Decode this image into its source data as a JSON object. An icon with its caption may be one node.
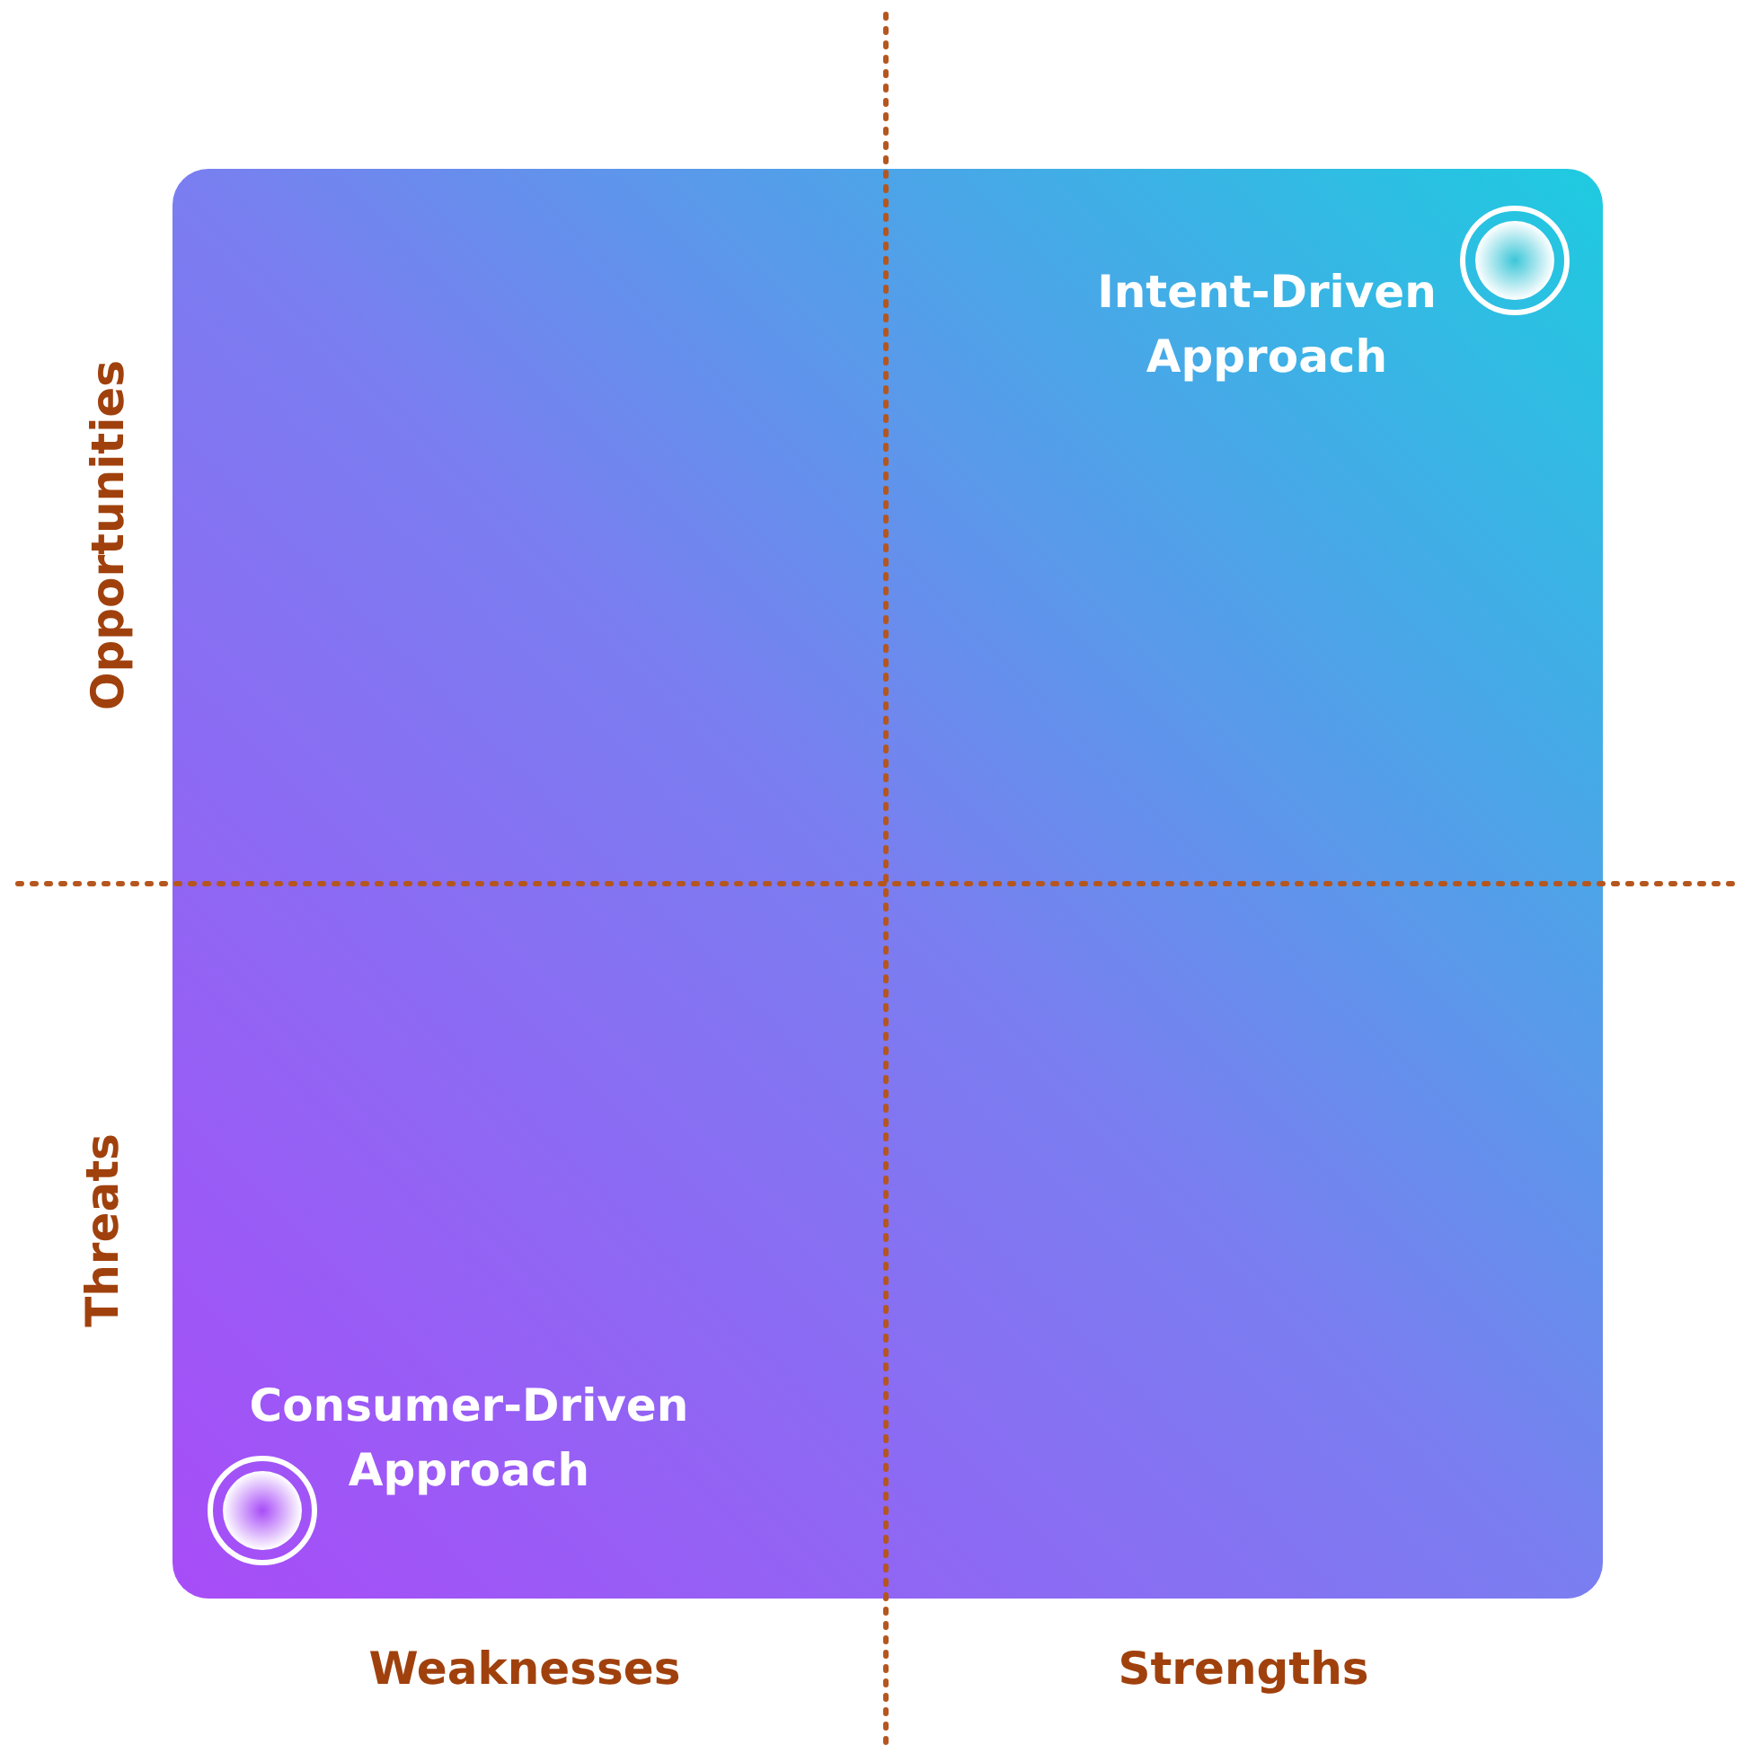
{
  "diagram": {
    "labels": [
      "Intent-Driven Approach",
      "Opportunities",
      "Threats",
      "Consumer-Driven Approach",
      "Weaknesses",
      "Strengths"
    ]
  }
}
